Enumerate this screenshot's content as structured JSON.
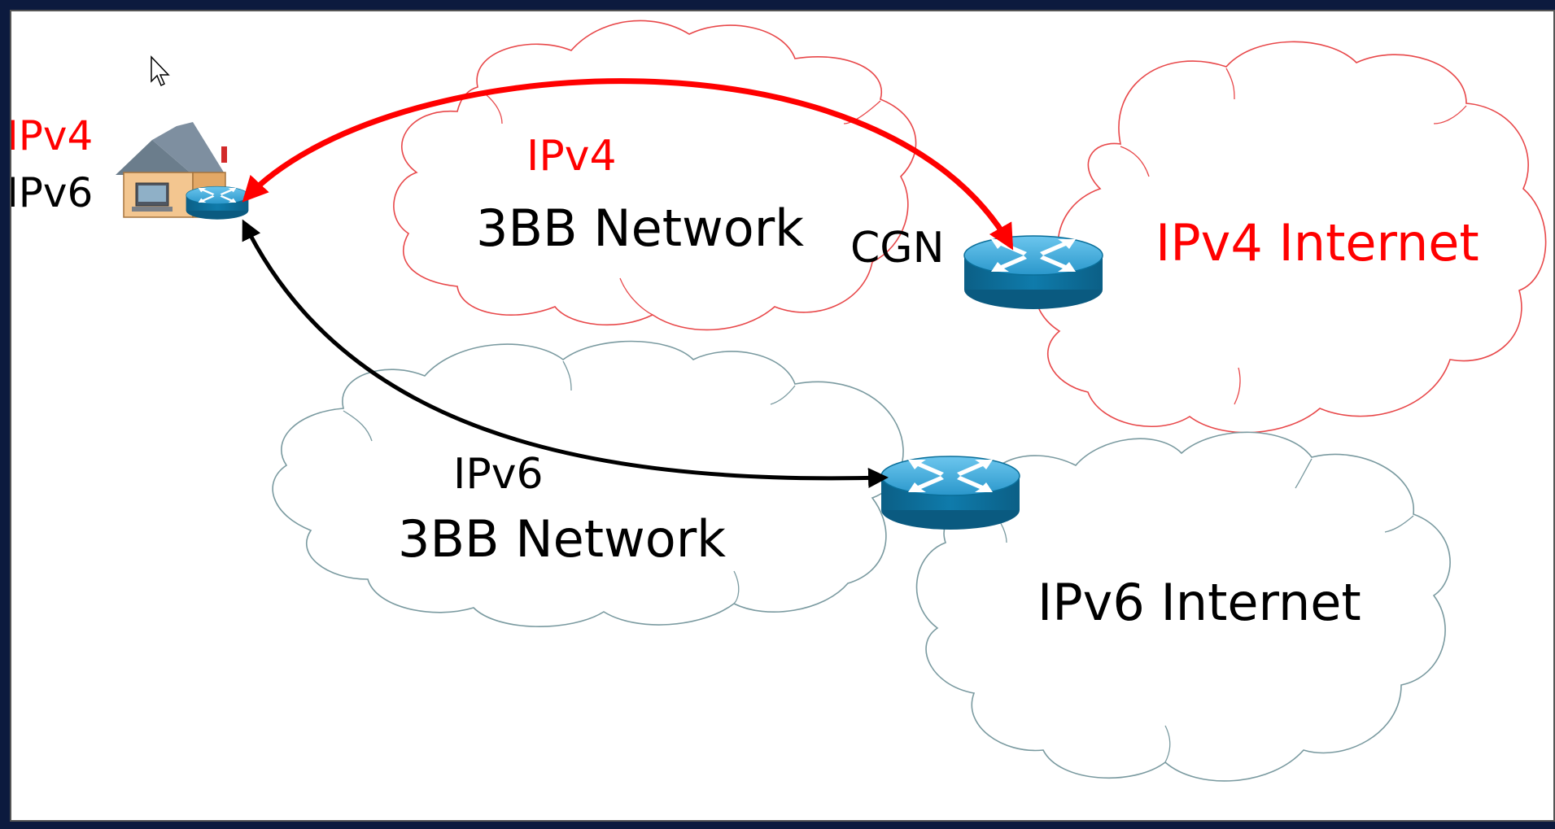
{
  "colors": {
    "ipv4": "#ff0000",
    "ipv6": "#000000",
    "ipv4_cloud_stroke": "#e8484a",
    "ipv6_cloud_stroke": "#7a9aa0",
    "router_top": "#3fa8d9",
    "router_side": "#0a6f9a",
    "background_frame": "#0c1a3e"
  },
  "home": {
    "label_ipv4": "IPv4",
    "label_ipv6": "IPv6"
  },
  "isp_ipv4_cloud": {
    "label_protocol": "IPv4",
    "label_name": "3BB Network"
  },
  "cgn": {
    "label": "CGN"
  },
  "ipv4_internet": {
    "label": "IPv4 Internet"
  },
  "isp_ipv6_cloud": {
    "label_protocol": "IPv6",
    "label_name": "3BB Network"
  },
  "ipv6_internet": {
    "label": "IPv6 Internet"
  },
  "icons": [
    "cursor-icon",
    "house-icon",
    "router-icon"
  ]
}
